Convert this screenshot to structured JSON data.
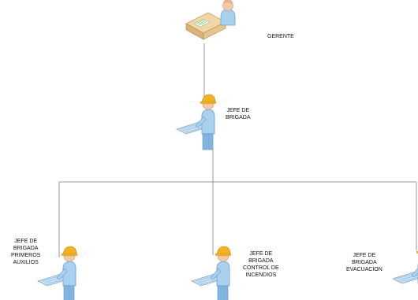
{
  "org_chart": {
    "nodes": [
      {
        "id": "gerente",
        "label": "GERENTE",
        "icon": "manager-at-desk-icon"
      },
      {
        "id": "jefe-brigada",
        "label": "JEFE DE\nBRIGADA",
        "icon": "worker-with-blueprint-icon"
      },
      {
        "id": "primeros-auxilios",
        "label": "JEFE DE\nBRIGADA\nPRIMEROS\nAUXILIOS",
        "icon": "worker-with-blueprint-icon"
      },
      {
        "id": "control-incendios",
        "label": "JEFE DE\nBRIGADA\nCONTROL DE\nINCENDIOS",
        "icon": "worker-with-blueprint-icon"
      },
      {
        "id": "evacuacion",
        "label": "JEFE DE\nBRIGADA\nEVACUACION",
        "icon": "worker-with-blueprint-icon"
      }
    ],
    "edges": [
      [
        "gerente",
        "jefe-brigada"
      ],
      [
        "jefe-brigada",
        "primeros-auxilios"
      ],
      [
        "jefe-brigada",
        "control-incendios"
      ],
      [
        "jefe-brigada",
        "evacuacion"
      ]
    ],
    "colors": {
      "connector": "#9a9a9a",
      "skin": "#f2c9a4",
      "helmet": "#f0b323",
      "shirt": "#a9d1ef",
      "pants": "#7fb6e3",
      "blueprint": "#c6e0f5",
      "desk": "#f1d7a8"
    }
  }
}
